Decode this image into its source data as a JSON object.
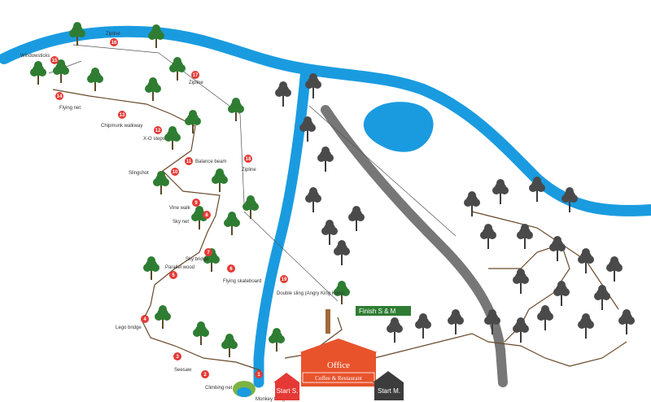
{
  "colors": {
    "river": "#1a9be0",
    "trail": "#777777",
    "tree_green": "#2e7d32",
    "tree_dark": "#3d3d3d",
    "marker": "#e53935",
    "office": "#e8532c",
    "start_s": "#e53935",
    "start_m": "#3c3c3c",
    "finish": "#2e7d32"
  },
  "stations": [
    {
      "num": "1",
      "label": "Monkey bridge",
      "icon": "bridge-icon"
    },
    {
      "num": "2",
      "label": "Climbing net",
      "icon": "net-icon"
    },
    {
      "num": "3",
      "label": "Seesaw",
      "icon": "seesaw-icon"
    },
    {
      "num": "4",
      "label": "Lego bridge",
      "icon": "bridge-icon"
    },
    {
      "num": "5",
      "label": "Parallel wood",
      "icon": "wood-icon"
    },
    {
      "num": "6",
      "label": "Flying skateboard",
      "icon": "skateboard-icon"
    },
    {
      "num": "7",
      "label": "Sky bridge",
      "icon": "bridge-icon"
    },
    {
      "num": "8",
      "label": "Sky net",
      "icon": "net-icon"
    },
    {
      "num": "9",
      "label": "Vine walk",
      "icon": "vine-icon"
    },
    {
      "num": "10",
      "label": "Slingshot",
      "icon": "slingshot-icon"
    },
    {
      "num": "11",
      "label": "Balance beam",
      "icon": "beam-icon"
    },
    {
      "num": "12",
      "label": "X-O steps",
      "icon": "steps-icon"
    },
    {
      "num": "13",
      "label": "Chipmunk walkway",
      "icon": "walkway-icon"
    },
    {
      "num": "14",
      "label": "Flying net",
      "icon": "net-icon"
    },
    {
      "num": "15",
      "label": "Windowsticks",
      "icon": "sticks-icon"
    },
    {
      "num": "16",
      "label": "Zipline",
      "icon": "zipline-icon"
    },
    {
      "num": "17",
      "label": "Zipline",
      "icon": "zipline-icon"
    },
    {
      "num": "18",
      "label": "Zipline",
      "icon": "zipline-icon"
    },
    {
      "num": "19",
      "label": "Double sling (Angry King Kong)",
      "icon": "sling-icon"
    }
  ],
  "office": {
    "title": "Office",
    "subtitle": "Coffee & Restaurant"
  },
  "signs": {
    "start_s": "Start S.",
    "start_m": "Start M.",
    "finish": "Finish S & M"
  }
}
